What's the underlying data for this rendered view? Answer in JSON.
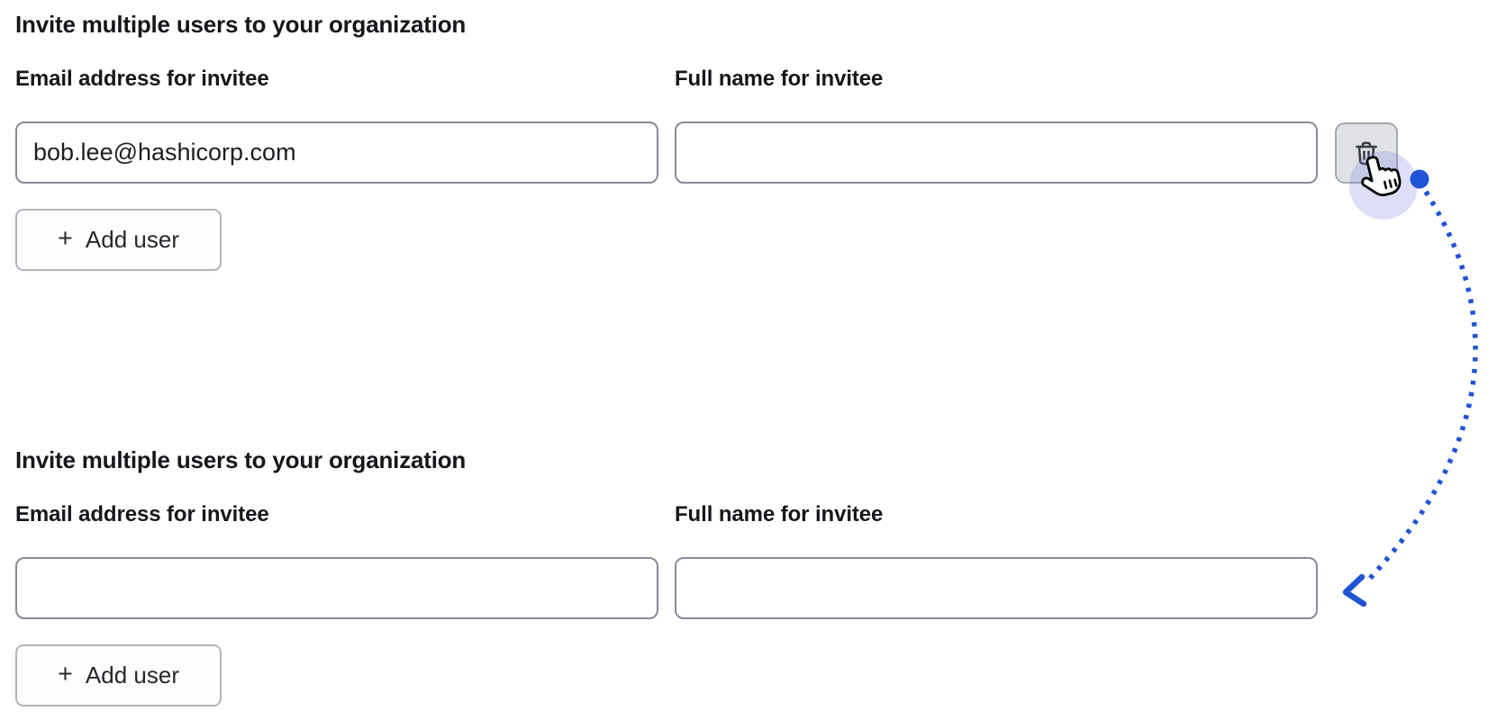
{
  "ui": {
    "plus_glyph": "+",
    "accent_blue": "#1e53d5",
    "halo_color": "rgba(128,132,220,0.27)",
    "trash_icon_color": "#3b3e45",
    "input_border_color": "#868b95"
  },
  "icons": {
    "delete_button_icon": "trash-icon",
    "cursor_icon": "pointer-hand-icon"
  },
  "sections": [
    {
      "heading": "Invite multiple users to your organization",
      "email_label": "Email address for invitee",
      "email_value": "bob.lee@hashicorp.com",
      "name_label": "Full name for invitee",
      "name_value": "",
      "add_user_label": "Add user"
    },
    {
      "heading": "Invite multiple users to your organization",
      "email_label": "Email address for invitee",
      "email_value": "",
      "name_label": "Full name for invitee",
      "name_value": "",
      "add_user_label": "Add user"
    }
  ],
  "annotation": {
    "type": "dotted-arrow",
    "color": "#1e53d5"
  }
}
